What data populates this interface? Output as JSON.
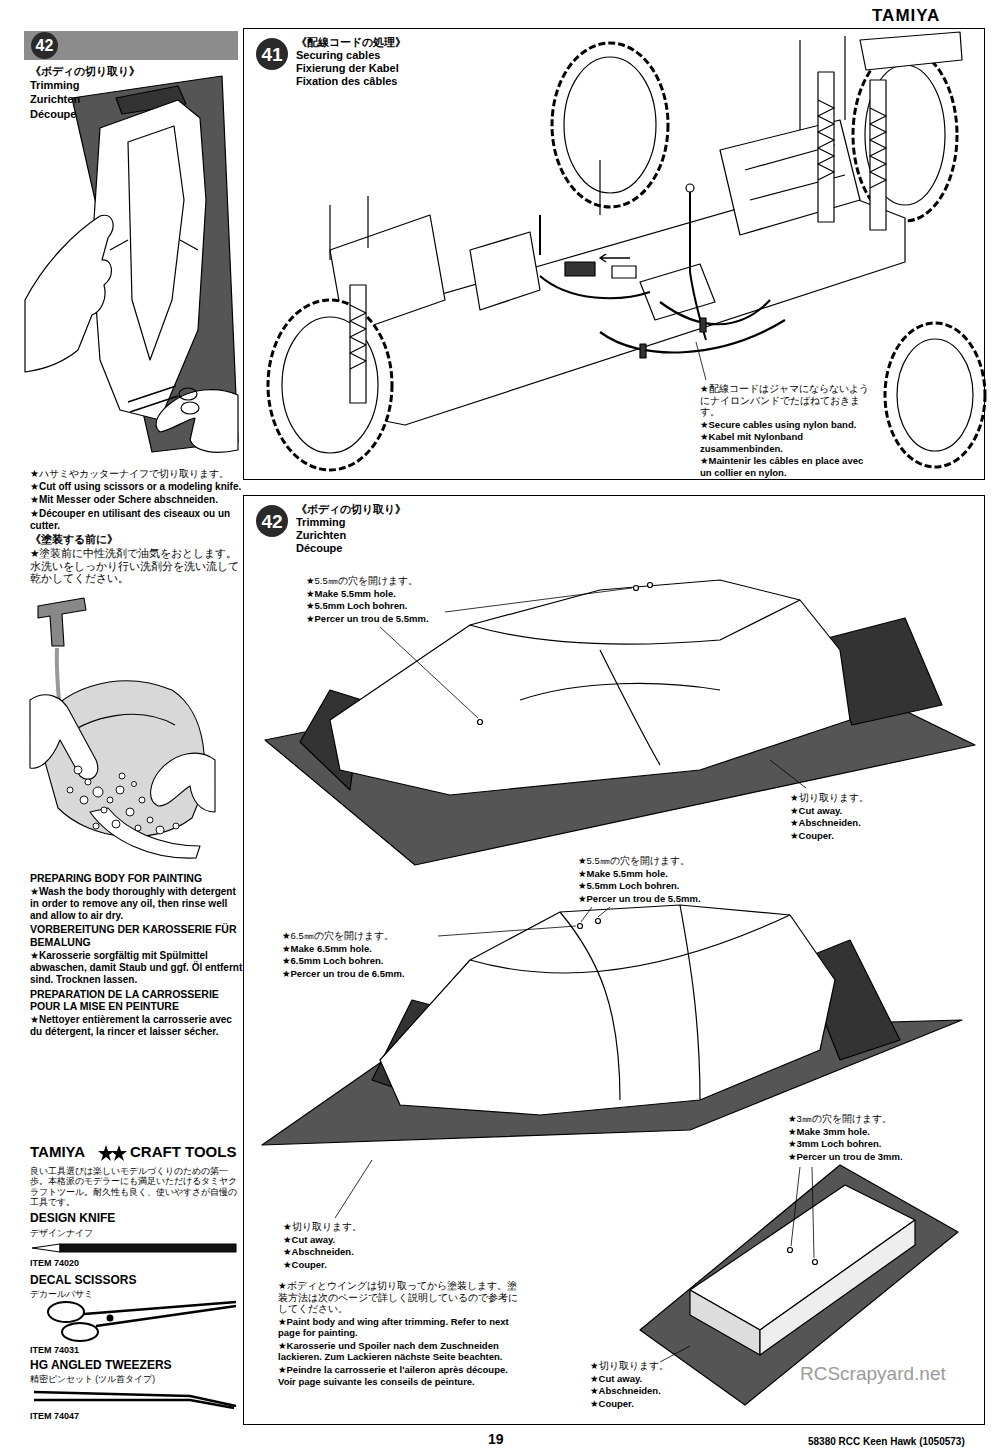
{
  "diagram": {
    "nodes": [
      {
        "text": [
          "42"
        ]
      },
      {
        "text": [
          "《配線コードの処理》",
          "Securing cables",
          "Fixierung der Kabel",
          "Fixation des câbles"
        ]
      },
      {
        "text": [
          "41"
        ],
        "in": 1
      },
      {
        "text": [
          "《ボディの切り取り》",
          "Trimming",
          "Zurichten",
          "Découpe"
        ]
      },
      {
        "text": [
          "42"
        ],
        "in": 3
      }
    ],
    "labels": [
      "TAMIYA",
      "《ボディの切り取り》",
      "Trimming",
      "Zurichten",
      "Découpe",
      "★ハサミやカッターナイフで切り取ります。",
      "★Cut off using scissors or a modeling knife.",
      "★Mit Messer oder Schere abschneiden.",
      "★Découper en utilisant des ciseaux ou un cutter.",
      "《塗装する前に》",
      "★塗装前に中性洗剤で油気をおとします。水洗いをしっかり行い洗剤分を洗い流して乾かしてください。",
      "PREPARING BODY FOR PAINTING",
      "★Wash the body thoroughly with detergent in order to remove any oil, then rinse well and allow to air dry.",
      "VORBEREITUNG DER KAROSSERIE FÜR BEMALUNG",
      "★Karosserie sorgfältig mit Spülmittel abwaschen, damit Staub und ggf. Öl entfernt sind. Trocknen lassen.",
      "PREPARATION DE LA CARROSSERIE POUR LA MISE EN PEINTURE",
      "★Nettoyer entièrement la carrosserie avec du détergent, la rincer et laisser sécher.",
      "TAMIYA",
      "CRAFT TOOLS",
      "良い工具選びは楽しいモデルづくりのための第一歩。本格派のモデラーにも満足いただけるタミヤクラフトツール。耐久性も良く、使いやすさが自慢の工具です。",
      "DESIGN KNIFE",
      "デザインナイフ",
      "ITEM 74020",
      "DECAL SCISSORS",
      "デカールバサミ",
      "ITEM 74031",
      "HG ANGLED TWEEZERS",
      "精密ピンセット (ツル首タイプ)",
      "ITEM 74047",
      "★配線コードはジャマにならないようにナイロンバンドでたばねておきます。",
      "★Secure cables using nylon band.",
      "★Kabel mit Nylonband zusammenbinden.",
      "★Maintenir les câbles en place avec un collier en nylon.",
      "★5.5㎜の穴を開けます。",
      "★Make 5.5mm hole.",
      "★5.5mm Loch bohren.",
      "★Percer un trou de 5.5mm.",
      "★切り取ります。",
      "★Cut away.",
      "★Abschneiden.",
      "★Couper.",
      "★5.5㎜の穴を開けます。",
      "★Make 5.5mm hole.",
      "★5.5mm Loch bohren.",
      "★Percer un trou de 5.5mm.",
      "★6.5㎜の穴を開けます。",
      "★Make 6.5mm hole.",
      "★6.5mm Loch bohren.",
      "★Percer un trou de 6.5mm.",
      "★3㎜の穴を開けます。",
      "★Make 3mm hole.",
      "★3mm Loch bohren.",
      "★Percer un trou de 3mm.",
      "★切り取ります。",
      "★Cut away.",
      "★Abschneiden.",
      "★Couper.",
      "★ボディとウイングは切り取ってから塗装します。塗装方法は次のページで詳しく説明しているので参考にしてください。",
      "★Paint body and wing after trimming. Refer to next page for painting.",
      "★Karosserie und Spoiler nach dem Zuschneiden lackieren. Zum Lackieren nächste Seite beachten.",
      "★Peindre la carrosserie et l'aileron après découpe. Voir page suivante les conseils de peinture.",
      "★切り取ります。",
      "★Cut away.",
      "★Abschneiden.",
      "★Couper.",
      "RCScrapyard.net",
      "19",
      "58380 RCC Keen Hawk (1050573)"
    ]
  }
}
